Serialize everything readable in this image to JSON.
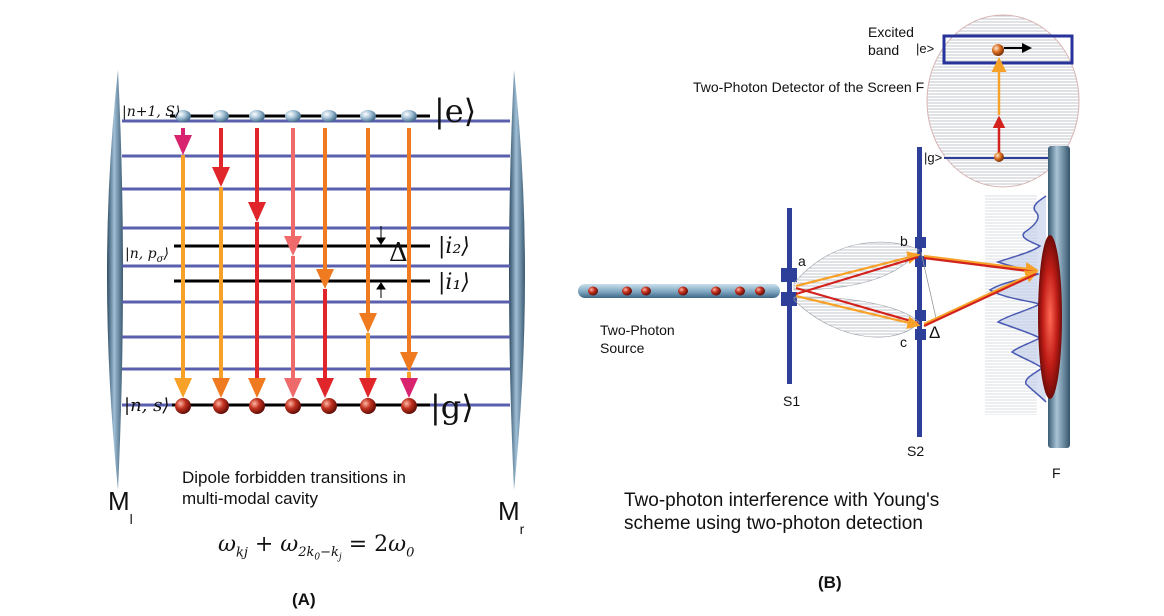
{
  "panel_a": {
    "ket_e": "|e⟩",
    "ket_g": "|g⟩",
    "ket_i2": "|i₂⟩",
    "ket_i1": "|i₁⟩",
    "level_n1S": "|n+1, S⟩",
    "level_npsigma": "|n, p",
    "level_npsigma_sub": "σ",
    "level_npsigma_close": "⟩",
    "level_ns": "|n, s⟩",
    "delta": "Δ",
    "mirror_left": "M",
    "mirror_left_sub": "l",
    "mirror_right": "M",
    "mirror_right_sub": "r",
    "caption_line1": "Dipole forbidden transitions in",
    "caption_line2": "multi-modal cavity",
    "equation": "ω_kj + ω_2k0−kj = 2ω0",
    "eq_a": "ω",
    "eq_a_sub": "kj",
    "eq_plus": " + ",
    "eq_b": "ω",
    "eq_b_sub": "2k",
    "eq_b_sub2": "0",
    "eq_b_sub3": "−k",
    "eq_b_sub4": "j",
    "eq_eq": " = 2",
    "eq_c": "ω",
    "eq_c_sub": "0",
    "tag": "(A)"
  },
  "panel_b": {
    "excited_line1": "Excited",
    "excited_line2": "band",
    "ket_e": "|e>",
    "ket_g": "|g>",
    "detector_title": "Two-Photon Detector of the Screen F",
    "point_a": "a",
    "point_b": "b",
    "point_c": "c",
    "delta": "Δ",
    "source_line1": "Two-Photon",
    "source_line2": "Source",
    "slit1": "S1",
    "slit2": "S2",
    "screen": "F",
    "caption_line1": "Two-photon interference with Young's",
    "caption_line2": "scheme using two-photon detection",
    "tag": "(B)"
  },
  "colors": {
    "mode_line": "#5a5fae",
    "slit": "#2e3f9a",
    "orange": "#f7a128",
    "red": "#e0262a",
    "pink": "#d8236e",
    "salmon": "#ef6a6a",
    "atom_blue": "#8fb0c8",
    "atom_red": "#a3201c",
    "mirror": "#5e7f98"
  }
}
